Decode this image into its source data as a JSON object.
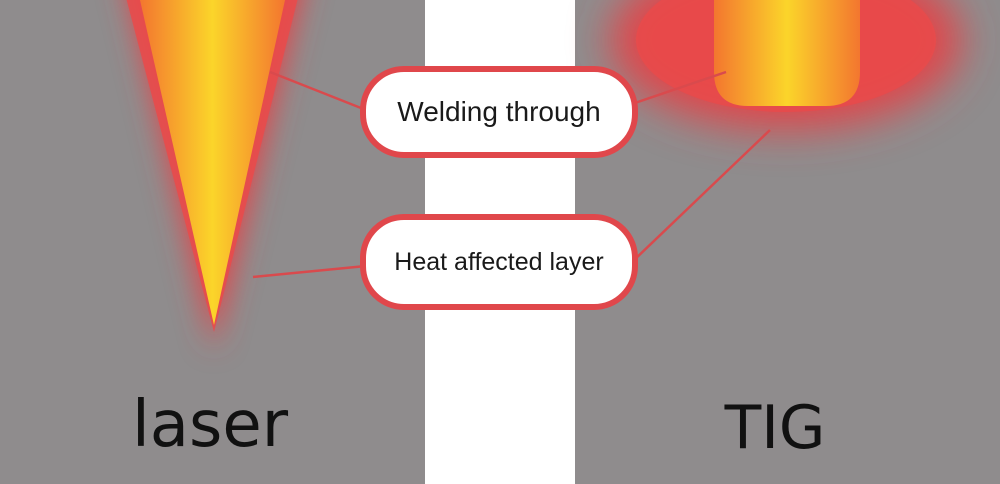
{
  "panels": {
    "left": {
      "label": "laser",
      "background": "#8f8c8d"
    },
    "right": {
      "label": "TIG",
      "background": "#8f8c8d"
    }
  },
  "callouts": {
    "welding_through": "Welding through",
    "heat_affected_layer": "Heat affected layer"
  },
  "colors": {
    "heat_red": "#e0474b",
    "core_yellow": "#fbd52a",
    "core_orange": "#f3762f",
    "connector": "#d94a4d",
    "divider": "#ffffff"
  }
}
